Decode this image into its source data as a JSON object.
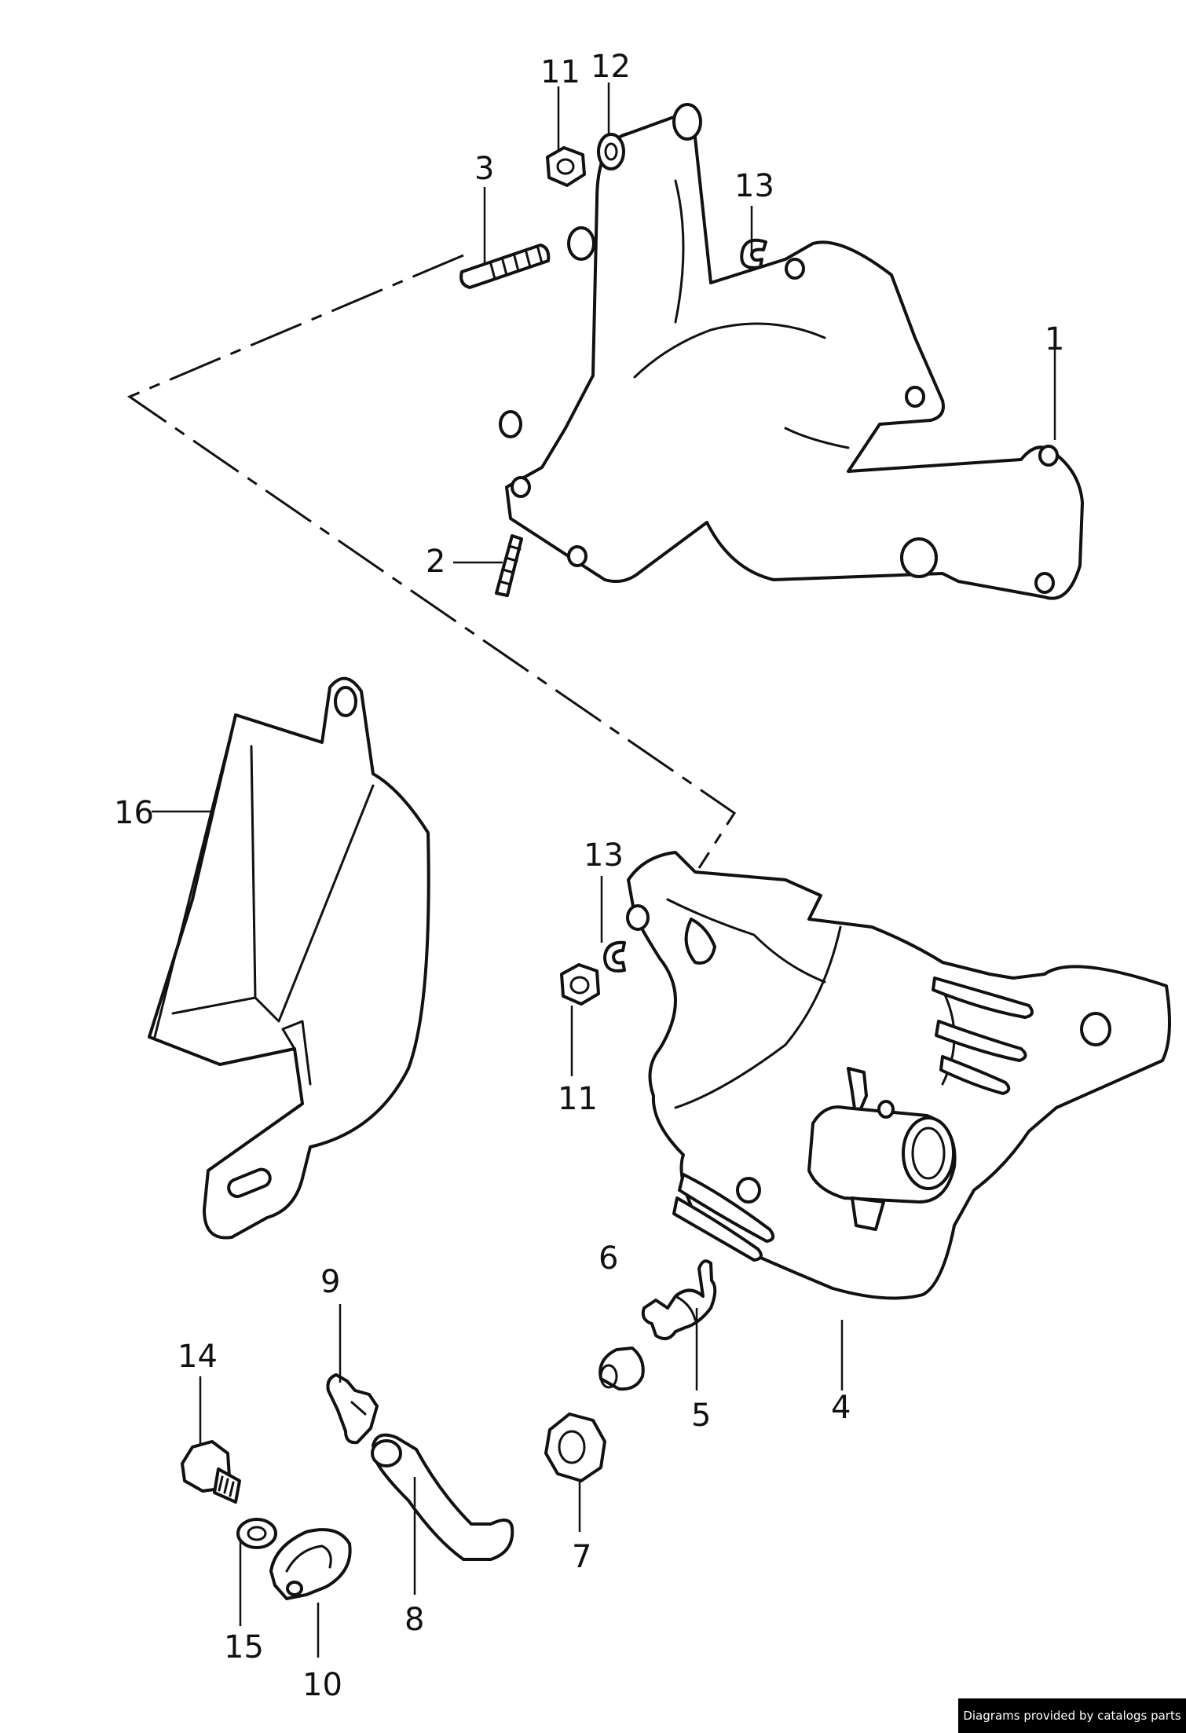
{
  "labels": {
    "p1": "1",
    "p2": "2",
    "p3": "3",
    "p4": "4",
    "p5": "5",
    "p6": "6",
    "p7": "7",
    "p8": "8",
    "p9": "9",
    "p10": "10",
    "p11a": "11",
    "p11b": "11",
    "p12": "12",
    "p13a": "13",
    "p13b": "13",
    "p14": "14",
    "p15": "15",
    "p16": "16"
  },
  "footer": {
    "credit": "Diagrams provided by catalogs parts"
  }
}
